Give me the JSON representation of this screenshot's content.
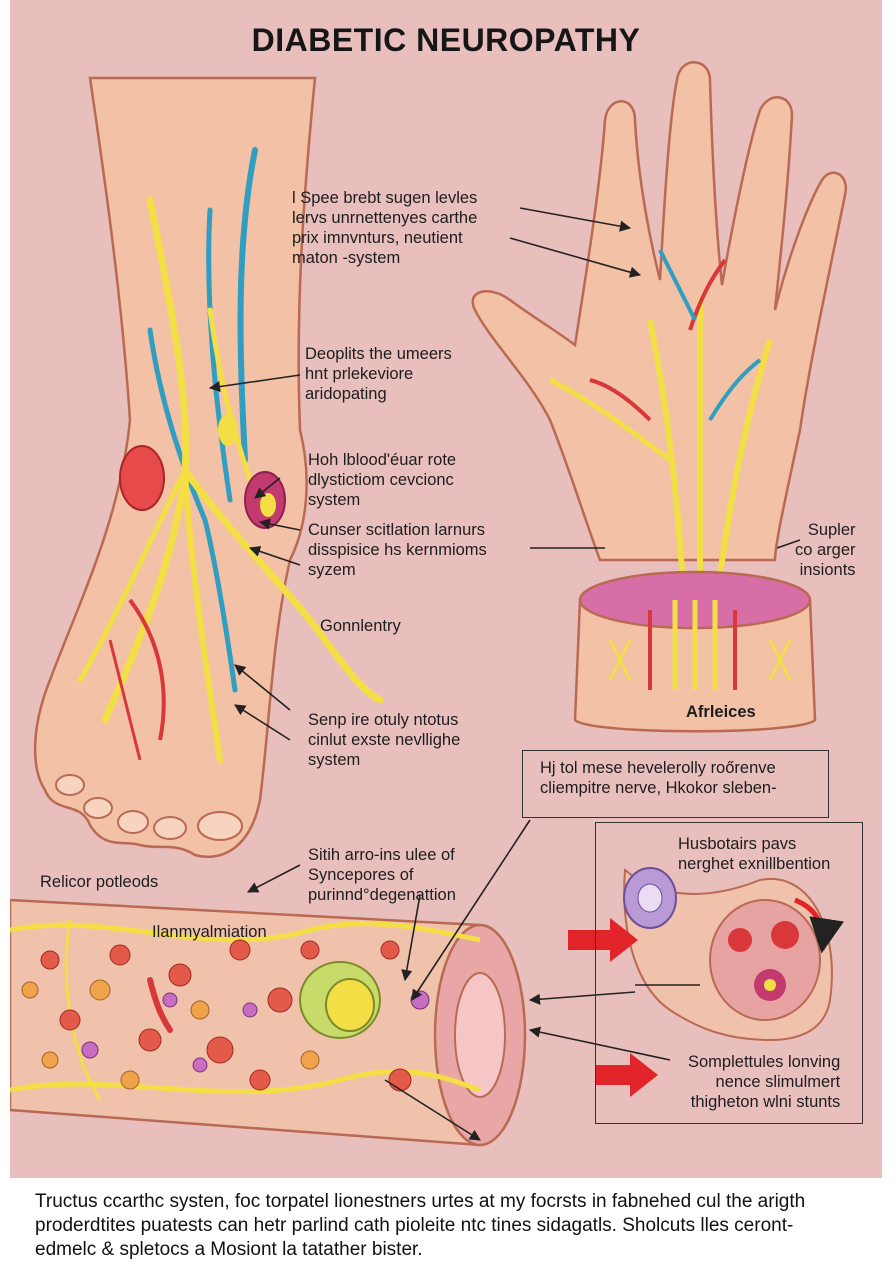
{
  "title": "DIABETIC NEUROPATHY",
  "labels": {
    "hand_top": [
      "l Spee brebt sugen levles",
      "lervs unrnettenyes carthe",
      "prix imnvnturs, neutient",
      "maton -system"
    ],
    "deoplits": [
      "Deoplits the umeers",
      "hnt prlekeviore",
      "aridopating"
    ],
    "blood": [
      "Hoh lblood'éuar rote",
      "dlystictiom cevcionc",
      "system"
    ],
    "cunser": [
      "Cunser scitlation larnurs",
      "disspisice hs kernmioms",
      "syzem"
    ],
    "gonnlentry": [
      "Gonnlentry"
    ],
    "senp": [
      "Senp ire otuly ntotus",
      "cinlut exste nevllighe",
      "system"
    ],
    "supler": [
      "Supler",
      "co arger",
      "insionts"
    ],
    "arteries": [
      "Afrleices"
    ],
    "hj_box": [
      "Hj tol mese hevelerolly roőrenve",
      "cliempitre nerve, Hkokor sleben-"
    ],
    "husbotairs": [
      "Husbotairs pavs",
      "nerghet exnillbention"
    ],
    "sitih": [
      "Sitih arro-ins ulee of",
      "Syncepores of",
      "purinnd°degenattion"
    ],
    "relicor": [
      "Relicor potleods"
    ],
    "inflammation": [
      "Ilanmyalmiation"
    ],
    "somple": [
      "Somplettules lonving",
      "nence slimulmert",
      "thigheton wlni stunts"
    ]
  },
  "footer": [
    "Tructus ccarthc systen, foc torpatel lionestners urtes at my focrsts in fabnehed cul the arigth",
    "proderdtites puatests can hetr parlind cath pioleite ntc tines sidagatls. Sholcuts lles ceront-",
    "edmelc & spletocs a Mosiont la tatather bister."
  ],
  "colors": {
    "background": "#e9bfbd",
    "skin": "#f3c1a6",
    "skin_outline": "#b86a52",
    "nerve": "#f3df45",
    "vein": "#2f9ec0",
    "artery": "#d8383a",
    "arrow_red": "#e0242a"
  }
}
